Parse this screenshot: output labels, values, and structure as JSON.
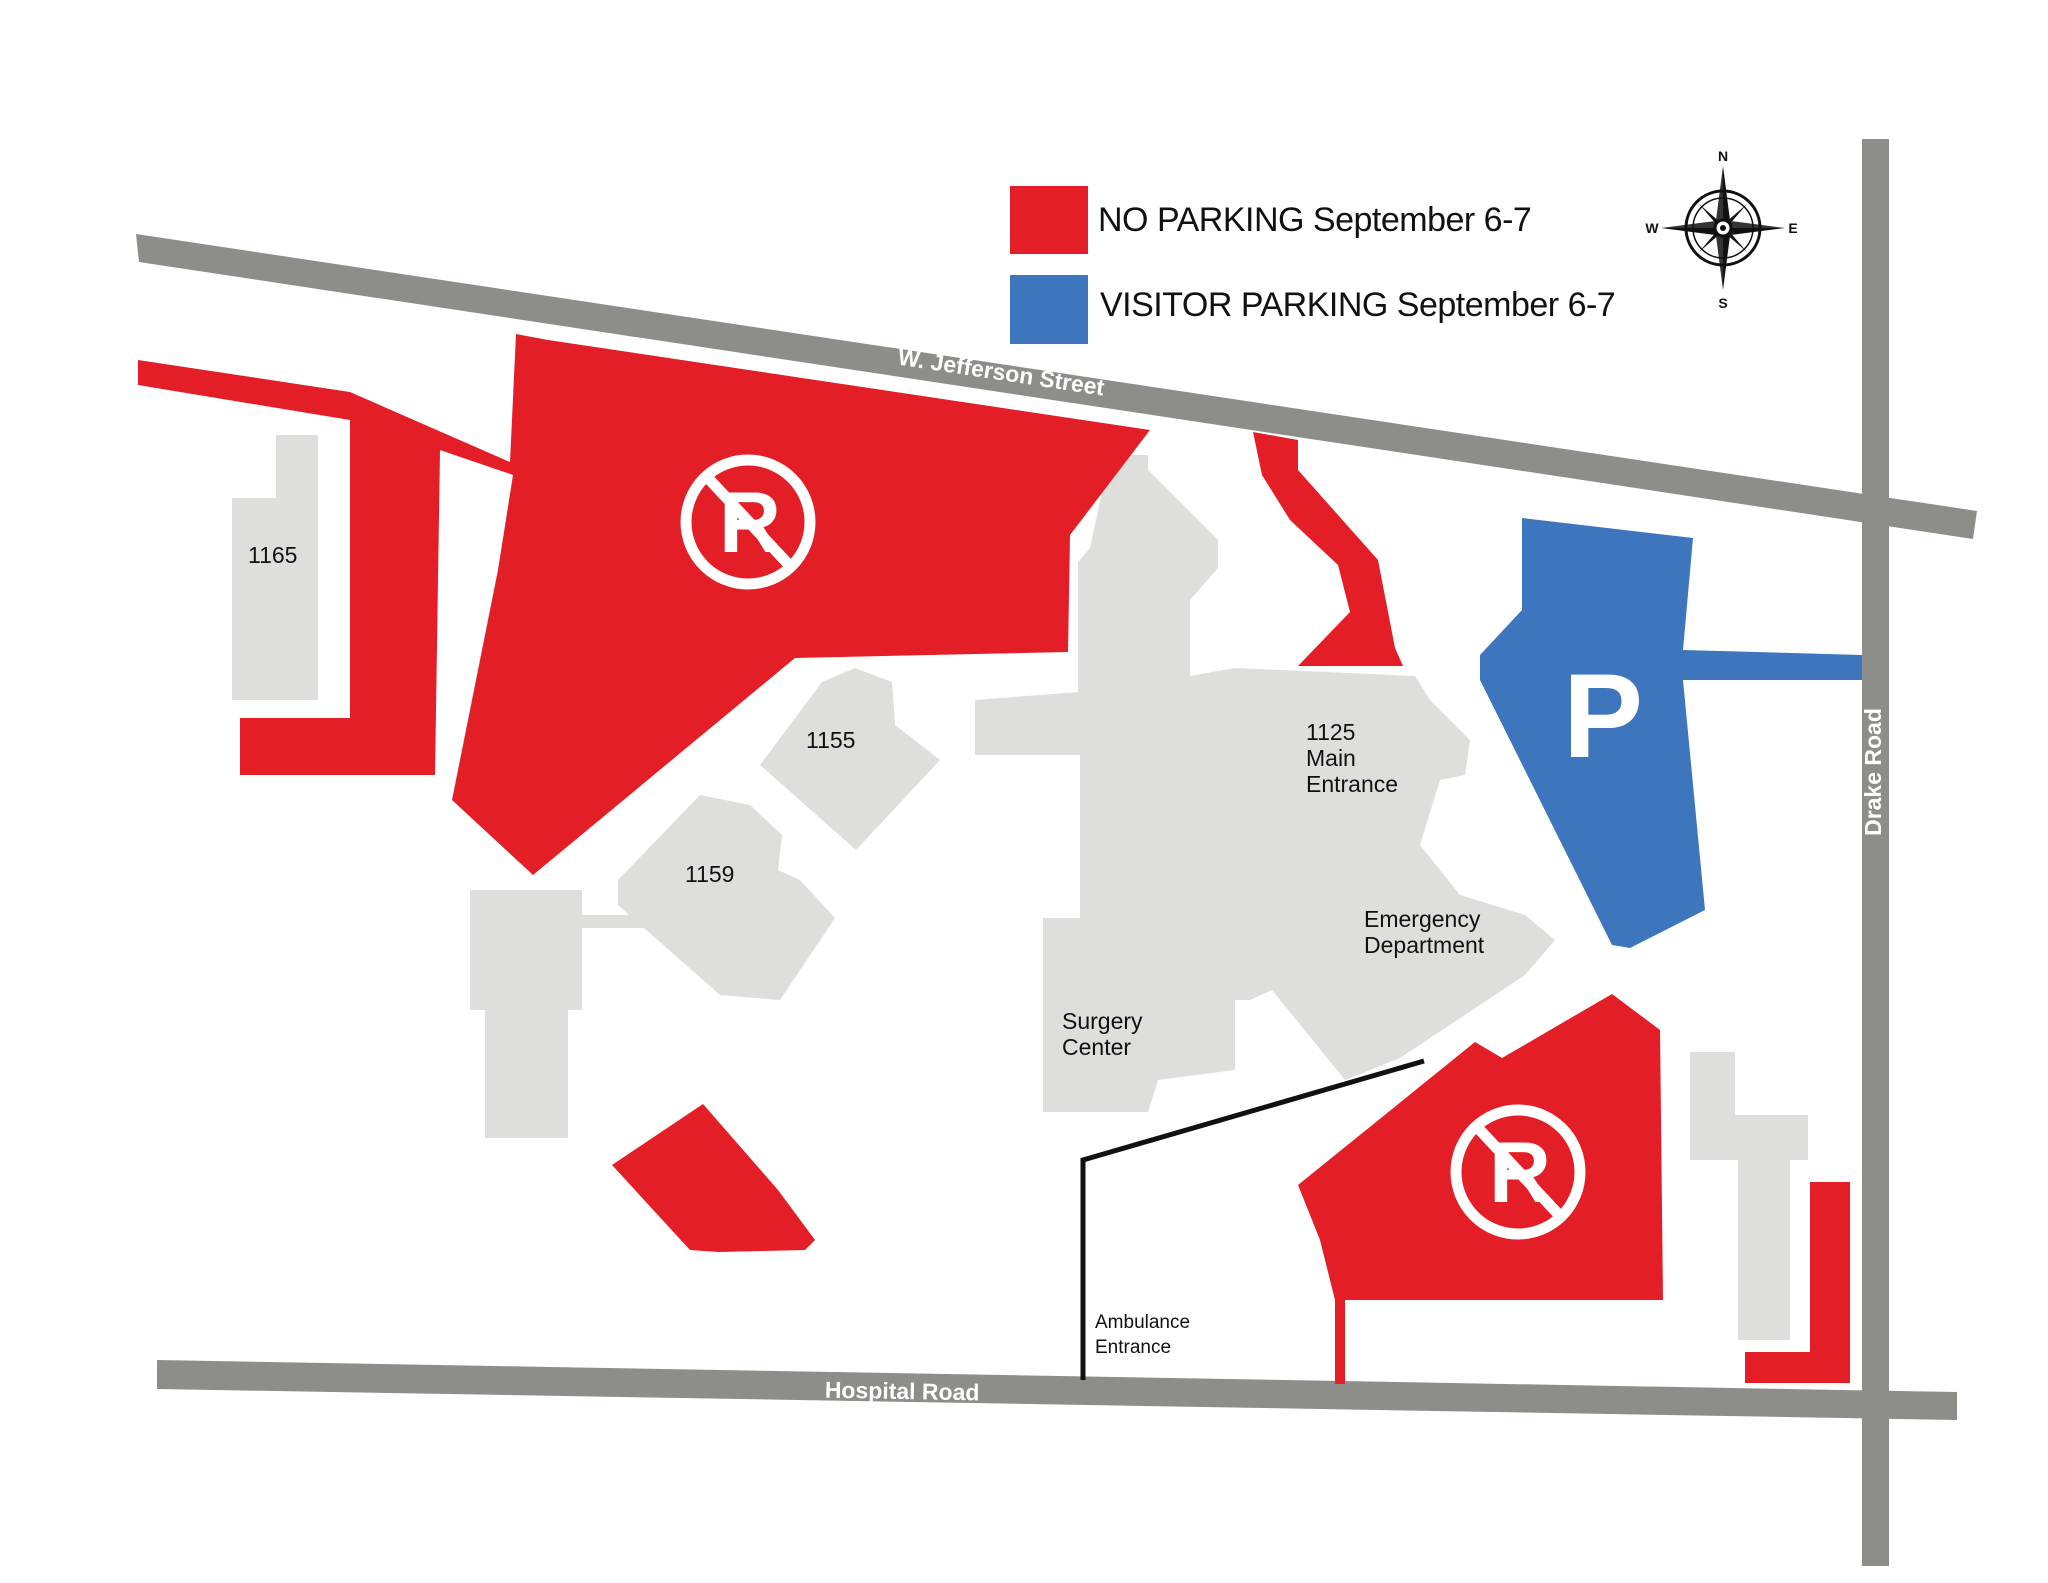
{
  "colors": {
    "no_parking": "#e31e26",
    "visitor_parking": "#3d76bd",
    "road": "#8d8d8a",
    "building": "#dededc",
    "ambulance_route": "#111111"
  },
  "legend": {
    "no_parking": "NO PARKING September 6-7",
    "visitor_parking": "VISITOR PARKING September 6-7"
  },
  "compass": {
    "n": "N",
    "s": "S",
    "e": "E",
    "w": "W"
  },
  "streets": {
    "north": "W. Jefferson Street",
    "south": "Hospital Road",
    "east": "Drake Road"
  },
  "buildings": {
    "b1165": "1165",
    "b1155": "1155",
    "b1159": "1159",
    "main_line1": "1125",
    "main_line2": "Main",
    "main_line3": "Entrance",
    "ed_line1": "Emergency",
    "ed_line2": "Department",
    "surgery_line1": "Surgery",
    "surgery_line2": "Center"
  },
  "ambulance": {
    "line1": "Ambulance",
    "line2": "Entrance"
  },
  "icons": {
    "no_parking_symbol": "R",
    "parking_symbol": "P"
  }
}
